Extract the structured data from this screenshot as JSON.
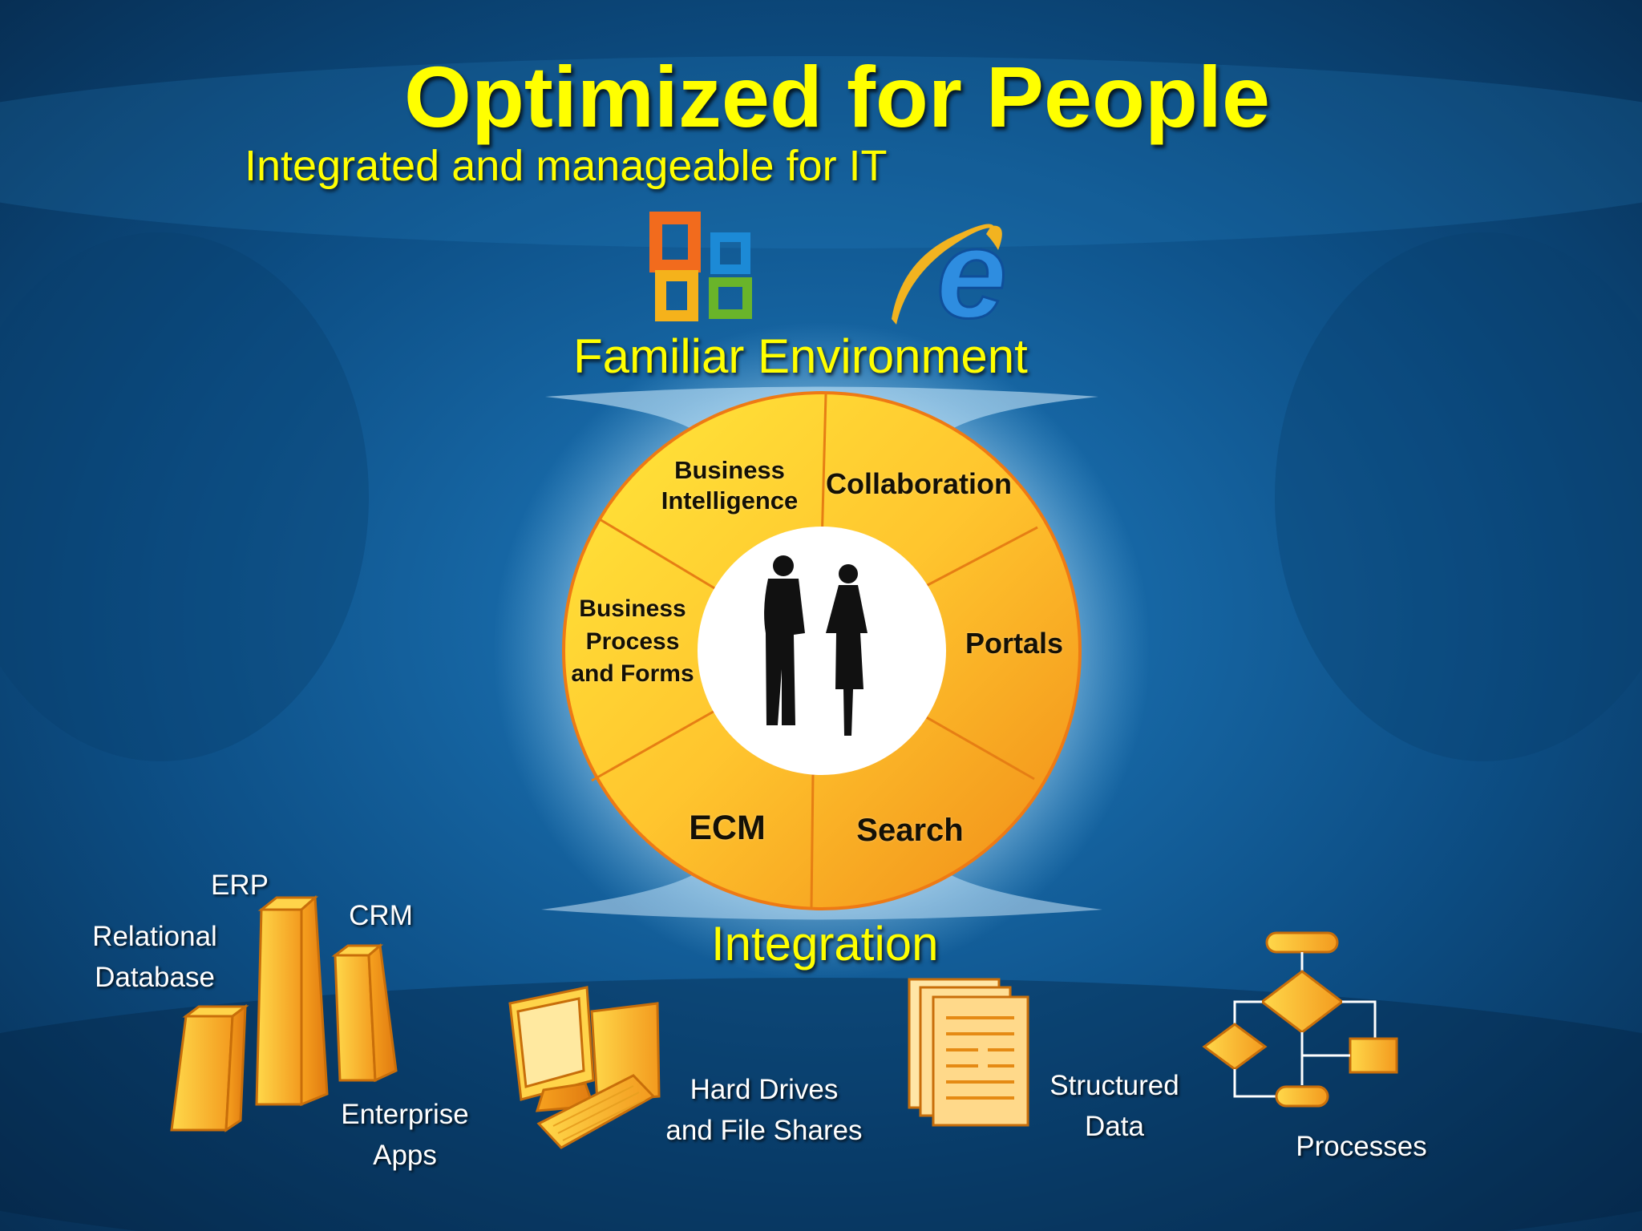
{
  "slide": {
    "title": "Optimized for People",
    "subtitle": "Integrated and manageable for IT"
  },
  "top": {
    "label": "Familiar Environment",
    "icons": [
      "office-logo-icon",
      "internet-explorer-icon"
    ]
  },
  "wheel": {
    "segments": [
      {
        "line1": "Business",
        "line2": "Intelligence"
      },
      {
        "line1": "Collaboration"
      },
      {
        "line1": "Portals"
      },
      {
        "line1": "Search"
      },
      {
        "line1": "ECM"
      },
      {
        "line1": "Business",
        "line2": "Process",
        "line3": "and Forms"
      }
    ],
    "center_icon": "people-silhouette-icon"
  },
  "bottom": {
    "label": "Integration",
    "items": {
      "erp": "ERP",
      "crm": "CRM",
      "relational": {
        "line1": "Relational",
        "line2": "Database"
      },
      "enterprise": {
        "line1": "Enterprise",
        "line2": "Apps"
      },
      "hard_drives": {
        "line1": "Hard Drives",
        "line2": "and File Shares"
      },
      "structured": {
        "line1": "Structured",
        "line2": "Data"
      },
      "processes": "Processes"
    },
    "icons": [
      "server-towers-icon",
      "desktop-computer-icon",
      "documents-icon",
      "flowchart-icon"
    ]
  },
  "colors": {
    "background": "#0d4f86",
    "title": "#ffff00",
    "wheel_light": "#ffdd33",
    "wheel_dark": "#f29a1a",
    "label_text": "#ffffff"
  }
}
